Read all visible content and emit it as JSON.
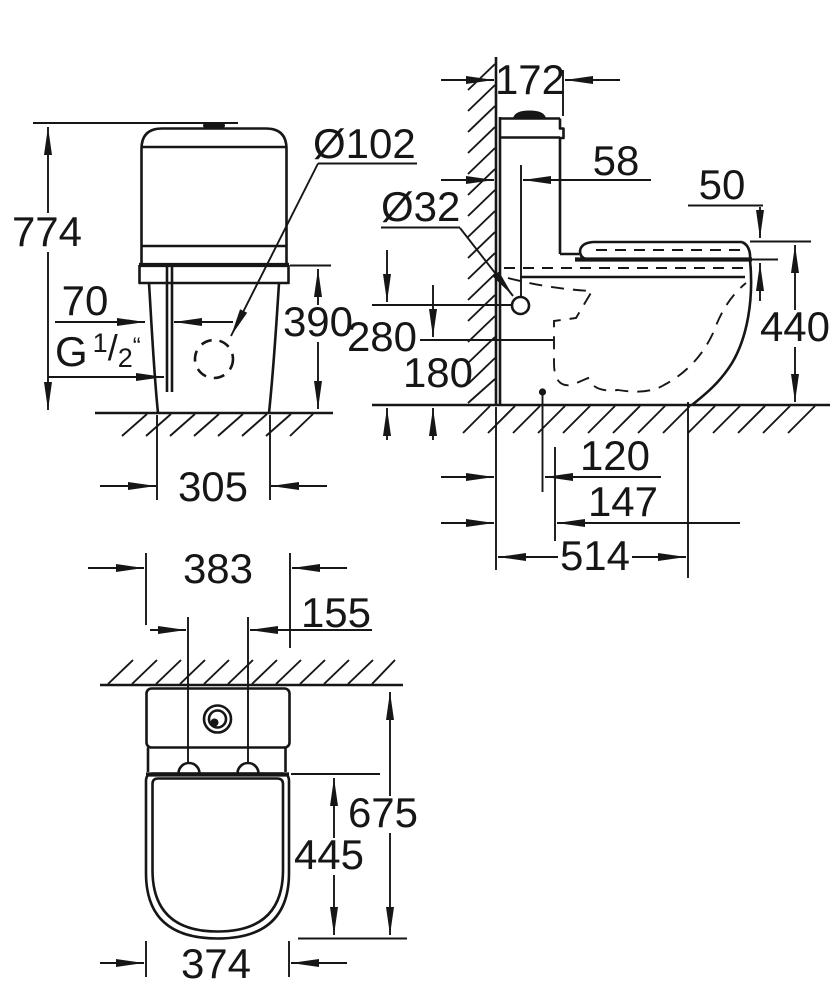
{
  "drawing": {
    "front": {
      "overall_height": "774",
      "inlet_offset": "70",
      "thread_g": "G",
      "thread_num": "1",
      "thread_slash": "/",
      "thread_den": "2",
      "thread_inch": "“",
      "flush_hole_dia": "Ø102",
      "cistern_height": "390",
      "base_width": "305"
    },
    "side": {
      "cistern_depth": "172",
      "inlet_from_wall": "58",
      "seat_thickness": "50",
      "inlet_dia": "Ø32",
      "inlet_height": "280",
      "outlet_height": "180",
      "rim_height": "440",
      "outlet_from_wall": "120",
      "outlet_from_wall_alt": "147",
      "total_depth": "514"
    },
    "plan": {
      "cistern_width": "383",
      "bolt_spacing": "155",
      "total_depth": "675",
      "seat_length": "445",
      "bowl_width": "374"
    }
  }
}
